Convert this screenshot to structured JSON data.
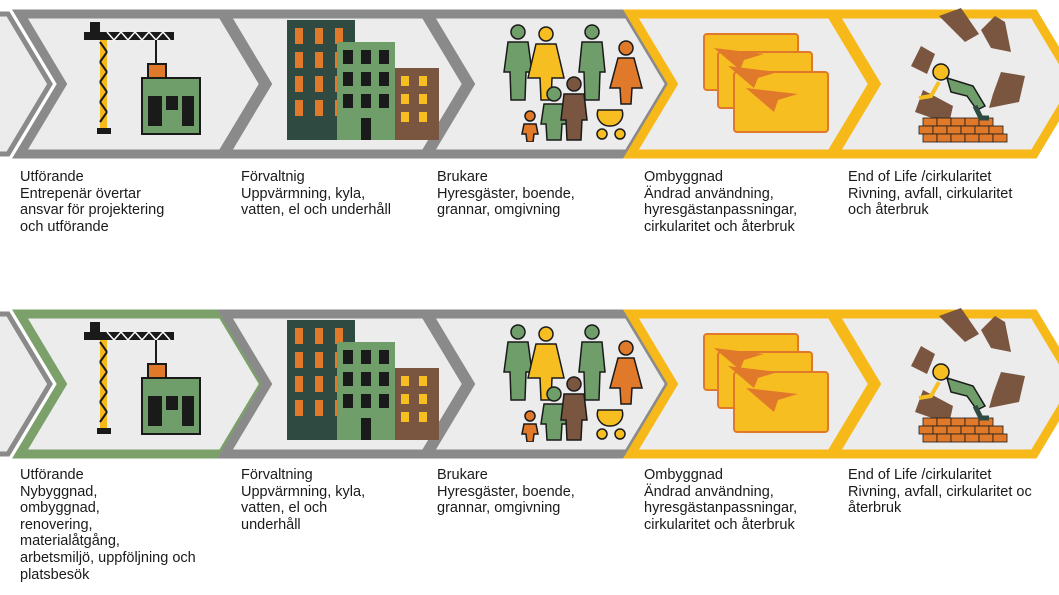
{
  "colors": {
    "chevron_fill": "#ececec",
    "gray_outline": "#8a8a8a",
    "green_outline": "#7ca06a",
    "yellow_outline": "#f6b919",
    "dark_teal": "#2f4a40",
    "green": "#6f9e6a",
    "brown": "#7a5640",
    "orange": "#e07a2a",
    "yellow": "#f7be22"
  },
  "rows": [
    {
      "steps": [
        {
          "title": "Utförande",
          "lines": [
            "Entrepenär övertar",
            "ansvar för projektering",
            "och utförande"
          ],
          "icon": "construction-crane-icon",
          "outline": "gray"
        },
        {
          "title": "Förvaltnig",
          "lines": [
            "Uppvärmning, kyla,",
            "vatten, el och underhåll"
          ],
          "icon": "buildings-icon",
          "outline": "gray"
        },
        {
          "title": "Brukare",
          "lines": [
            "Hyresgäster, boende,",
            "grannar, omgivning"
          ],
          "icon": "people-family-icon",
          "outline": "gray"
        },
        {
          "title": "Ombyggnad",
          "lines": [
            "Ändrad användning,",
            "hyresgästanpassningar,",
            "cirkularitet och återbruk"
          ],
          "icon": "blueprints-icon",
          "outline": "yellow"
        },
        {
          "title": "End of Life /cirkularitet",
          "lines": [
            "Rivning, avfall, cirkularitet",
            "och återbruk"
          ],
          "icon": "recycling-worker-icon",
          "outline": "yellow"
        }
      ]
    },
    {
      "steps": [
        {
          "title": "Utförande",
          "lines": [
            "Nybyggnad,",
            "ombyggnad,",
            "renovering,",
            "materialåtgång,",
            "arbetsmiljö, uppföljning och",
            "platsbesök"
          ],
          "icon": "construction-crane-icon",
          "outline": "green"
        },
        {
          "title": "Förvaltning",
          "lines": [
            "Uppvärmning, kyla,",
            "vatten, el och",
            "underhåll"
          ],
          "icon": "buildings-icon",
          "outline": "gray"
        },
        {
          "title": "Brukare",
          "lines": [
            "Hyresgäster, boende,",
            "grannar, omgivning"
          ],
          "icon": "people-family-icon",
          "outline": "gray"
        },
        {
          "title": "Ombyggnad",
          "lines": [
            "Ändrad användning,",
            "hyresgästanpassningar,",
            "cirkularitet och återbruk"
          ],
          "icon": "blueprints-icon",
          "outline": "yellow"
        },
        {
          "title": "End of Life /cirkularitet",
          "lines": [
            "Rivning, avfall, cirkularitet oc",
            "återbruk"
          ],
          "icon": "recycling-worker-icon",
          "outline": "yellow"
        }
      ]
    }
  ]
}
